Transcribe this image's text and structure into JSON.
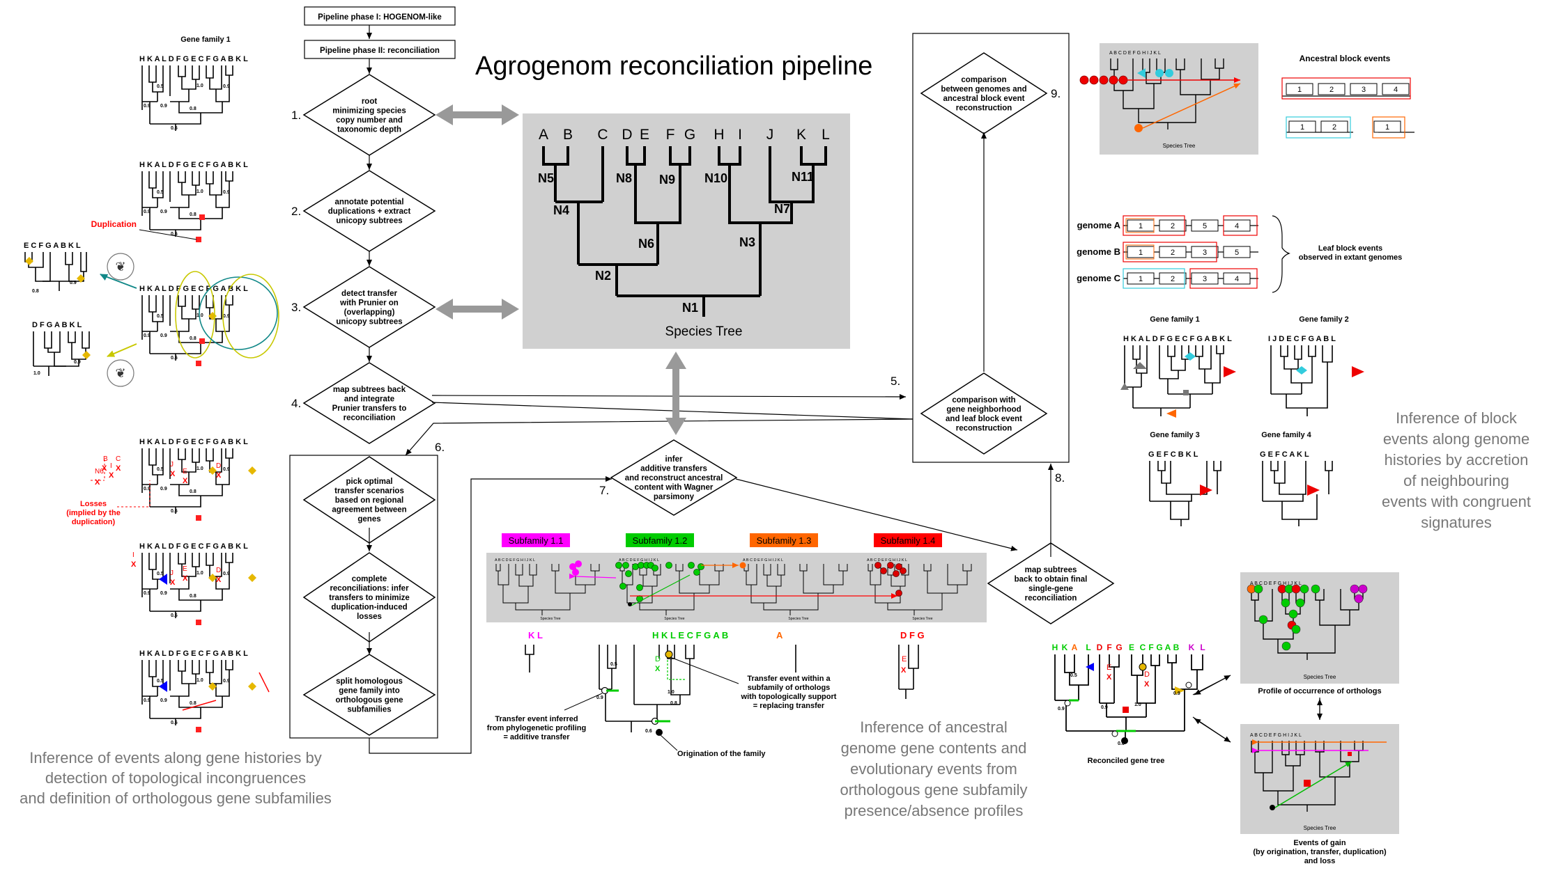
{
  "title": "Agrogenom reconciliation pipeline",
  "phases": [
    "Pipeline phase I: HOGENOM-like",
    "Pipeline phase II: reconciliation"
  ],
  "steps": [
    {
      "num": "1.",
      "lines": [
        "root",
        "minimizing species",
        "copy number and",
        "taxonomic depth"
      ]
    },
    {
      "num": "2.",
      "lines": [
        "annotate potential",
        "duplications + extract",
        "unicopy subtrees"
      ]
    },
    {
      "num": "3.",
      "lines": [
        "detect transfer",
        "with Prunier on",
        "(overlapping)",
        "unicopy subtrees"
      ]
    },
    {
      "num": "4.",
      "lines": [
        "map subtrees back",
        "and integrate",
        "Prunier transfers to",
        "reconciliation"
      ]
    },
    {
      "num": "",
      "lines": [
        "pick optimal",
        "transfer scenarios",
        "based on regional",
        "agreement between",
        "genes"
      ]
    },
    {
      "num": "",
      "lines": [
        "complete",
        "reconciliations: infer",
        "transfers to minimize",
        "duplication-induced",
        "losses"
      ]
    },
    {
      "num": "",
      "lines": [
        "split homologous",
        "gene family into",
        "orthologous gene",
        "subfamilies"
      ]
    },
    {
      "num": "7.",
      "lines": [
        "infer",
        "additive transfers",
        "and reconstruct ancestral",
        "content with Wagner",
        "parsimony"
      ]
    },
    {
      "num": "8.",
      "lines": [
        "map subtrees",
        "back to obtain final",
        "single-gene",
        "reconciliation"
      ]
    },
    {
      "num": "5.",
      "lines": [
        "comparison with",
        "gene neighborhood",
        "and leaf block event",
        "reconstruction"
      ]
    },
    {
      "num": "9.",
      "lines": [
        "comparison",
        "between genomes and",
        "ancestral block event",
        "reconstruction"
      ]
    }
  ],
  "step6_num": "6.",
  "species_tree": {
    "leaves": [
      "A",
      "B",
      "C",
      "D",
      "E",
      "F",
      "G",
      "H",
      "I",
      "J",
      "K",
      "L"
    ],
    "nodes": [
      "N1",
      "N2",
      "N3",
      "N4",
      "N5",
      "N6",
      "N7",
      "N8",
      "N9",
      "N10",
      "N11"
    ],
    "caption": "Species Tree"
  },
  "left_panel": {
    "gene_family_title": "Gene family 1",
    "leaf_labels": "H K A L  D  F G E C F G A B   K  L",
    "duplication": "Duplication",
    "losses": [
      "Losses",
      "(implied by the",
      "duplication)"
    ],
    "caption": [
      "Inference of events along gene histories by",
      "detection of topological incongruences",
      "and definition of orthologous gene subfamilies"
    ],
    "support_values": [
      "0.5",
      "0.9",
      "1.0",
      "0.8",
      "0.6"
    ],
    "pruned_trees": [
      "E C F G   A B K L",
      "D F G A B K L"
    ]
  },
  "subfamilies": [
    {
      "name": "Subfamily 1.1",
      "color": "#ff00ff",
      "leaves": "K L"
    },
    {
      "name": "Subfamily 1.2",
      "color": "#00cc00",
      "leaves": "H K   L     E  C F G A B"
    },
    {
      "name": "Subfamily 1.3",
      "color": "#ff6600",
      "leaves": "A"
    },
    {
      "name": "Subfamily 1.4",
      "color": "#ff0000",
      "leaves": "D  F  G"
    }
  ],
  "middle_annotations": {
    "transfer_additive": [
      "Transfer event inferred",
      "from phylogenetic profiling",
      "= additive transfer"
    ],
    "transfer_replacing": [
      "Transfer event within a",
      "subfamily of orthologs",
      "with topologically support",
      "= replacing transfer"
    ],
    "origination": "Origination of the family",
    "caption": [
      "Inference of ancestral",
      "genome gene contents and",
      "evolutionary events from",
      "orthologous gene subfamily",
      "presence/absence profiles"
    ]
  },
  "right_panel": {
    "ancestral_block_events": "Ancestral block events",
    "blocks_top": [
      "1",
      "2",
      "3",
      "4"
    ],
    "blocks_cyan": [
      "1",
      "2"
    ],
    "blocks_orange": [
      "1"
    ],
    "genomes": [
      {
        "name": "genome A",
        "blocks": [
          "1",
          "2",
          "5",
          "4"
        ]
      },
      {
        "name": "genome B",
        "blocks": [
          "1",
          "2",
          "3",
          "5"
        ]
      },
      {
        "name": "genome C",
        "blocks": [
          "1",
          "2",
          "3",
          "4"
        ]
      }
    ],
    "leaf_block_events": [
      "Leaf block events",
      "observed in extant genomes"
    ],
    "gene_families": [
      "Gene family 1",
      "Gene family 2",
      "Gene family 3",
      "Gene family 4"
    ],
    "gf_leaves": [
      "H K A L  D  F G E C F G A B   K  L",
      "I   J D E C F  G A B   L",
      "G E F C    B   K L",
      "G E F C   A   K L"
    ],
    "caption": [
      "Inference of block",
      "events along genome",
      "histories by accretion",
      "of neighbouring",
      "events with congruent",
      "signatures"
    ],
    "reconciled": "Reconciled gene tree",
    "reconciled_leaves": "H K A L D F G E C F G A B  K L",
    "profile": "Profile of occurrence of orthologs",
    "events_of_gain": [
      "Events of gain",
      "(by origination, transfer, duplication)",
      "and loss"
    ],
    "small_species_tree": "Species Tree",
    "small_leaves": "A B  C D E F G  H I  J K L"
  }
}
